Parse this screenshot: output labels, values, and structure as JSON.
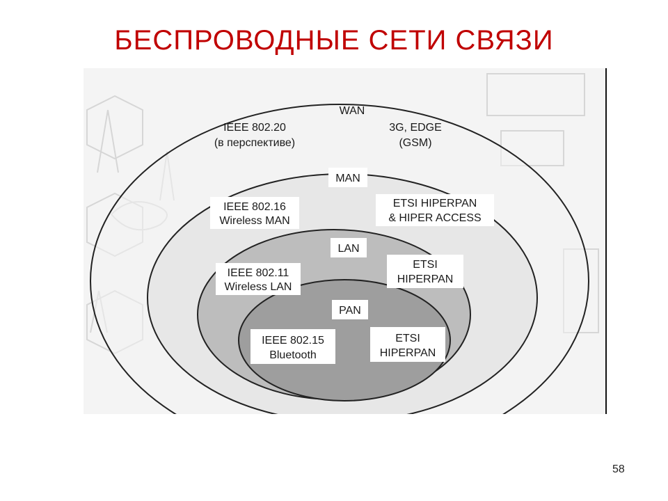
{
  "title": "БЕСПРОВОДНЫЕ СЕТИ СВЯЗИ",
  "page_number": "58",
  "diagram": {
    "wan": {
      "name": "WAN",
      "left": [
        "IEEE 802.20",
        "(в перспективе)"
      ],
      "right": [
        "3G, EDGE",
        "(GSM)"
      ]
    },
    "man": {
      "name": "MAN",
      "left": [
        "IEEE 802.16",
        "Wireless MAN"
      ],
      "right": [
        "ETSI HIPERPAN",
        "& HIPER ACCESS"
      ]
    },
    "lan": {
      "name": "LAN",
      "left": [
        "IEEE 802.11",
        "Wireless LAN"
      ],
      "right": [
        "ETSI",
        "HIPERPAN"
      ]
    },
    "pan": {
      "name": "PAN",
      "left": [
        "IEEE 802.15",
        "Bluetooth"
      ],
      "right": [
        "ETSI",
        "HIPERPAN"
      ]
    }
  },
  "colors": {
    "title": "#c00000",
    "wan_fill": "#f2f2f2",
    "man_fill": "#e4e4e4",
    "lan_fill": "#bdbdbd",
    "pan_fill": "#9e9e9e",
    "outline": "#222222"
  }
}
